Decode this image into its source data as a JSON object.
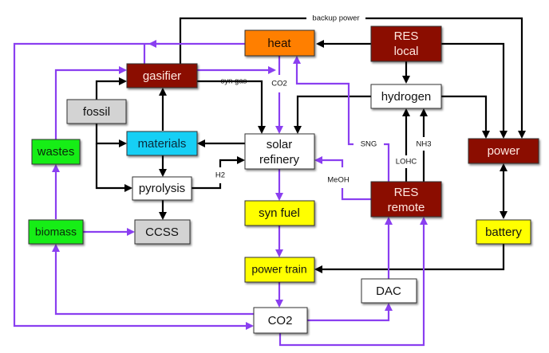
{
  "colors": {
    "dark_red": "#8b0d04",
    "orange": "#ff7f00",
    "cyan": "#12cff5",
    "green": "#14ee14",
    "yellow": "#ffff00",
    "gray": "#d3d3d3",
    "white": "#ffffff",
    "purple_flow": "#8a3ff0",
    "black_flow": "#000000"
  },
  "nodes": {
    "heat": {
      "label": "heat",
      "color": "orange"
    },
    "res_local": {
      "label1": "RES",
      "label2": "local",
      "color": "dark_red"
    },
    "gasifier": {
      "label": "gasifier",
      "color": "dark_red"
    },
    "fossil": {
      "label": "fossil",
      "color": "gray"
    },
    "hydrogen": {
      "label": "hydrogen",
      "color": "white"
    },
    "materials": {
      "label": "materials",
      "color": "cyan"
    },
    "solar_refinery": {
      "label1": "solar",
      "label2": "refinery",
      "color": "white"
    },
    "power": {
      "label": "power",
      "color": "dark_red"
    },
    "wastes": {
      "label": "wastes",
      "color": "green"
    },
    "pyrolysis": {
      "label": "pyrolysis",
      "color": "white"
    },
    "res_remote": {
      "label1": "RES",
      "label2": "remote",
      "color": "dark_red"
    },
    "syn_fuel": {
      "label": "syn fuel",
      "color": "yellow"
    },
    "biomass": {
      "label": "biomass",
      "color": "green"
    },
    "ccss": {
      "label": "CCSS",
      "color": "gray"
    },
    "battery": {
      "label": "battery",
      "color": "yellow"
    },
    "power_train": {
      "label": "power train",
      "color": "yellow"
    },
    "dac": {
      "label": "DAC",
      "color": "white"
    },
    "co2": {
      "label": "CO2",
      "color": "white"
    }
  },
  "edge_labels": {
    "backup_power": "backup power",
    "syn_gas": "syn gas",
    "co2": "CO2",
    "h2": "H2",
    "sng": "SNG",
    "meoh": "MeOH",
    "lohc": "LOHC",
    "nh3": "NH3"
  },
  "edges": [
    {
      "from": "res_local",
      "to": "heat",
      "type": "black"
    },
    {
      "from": "res_local",
      "to": "hydrogen",
      "type": "black"
    },
    {
      "from": "res_local",
      "to": "power",
      "type": "black"
    },
    {
      "from": "gasifier",
      "to": "power",
      "type": "black",
      "label": "backup power"
    },
    {
      "from": "hydrogen",
      "to": "power",
      "type": "black"
    },
    {
      "from": "hydrogen",
      "to": "solar_refinery",
      "type": "black"
    },
    {
      "from": "gasifier",
      "to": "solar_refinery",
      "type": "black",
      "label": "syn gas"
    },
    {
      "from": "fossil",
      "to": "gasifier",
      "type": "black"
    },
    {
      "from": "fossil",
      "to": "materials",
      "type": "black"
    },
    {
      "from": "fossil",
      "to": "pyrolysis",
      "type": "black"
    },
    {
      "from": "materials",
      "to": "gasifier",
      "type": "black"
    },
    {
      "from": "materials",
      "to": "pyrolysis",
      "type": "black"
    },
    {
      "from": "solar_refinery",
      "to": "materials",
      "type": "black"
    },
    {
      "from": "pyrolysis",
      "to": "solar_refinery",
      "type": "black",
      "label": "H2"
    },
    {
      "from": "pyrolysis",
      "to": "ccss",
      "type": "black"
    },
    {
      "from": "res_remote",
      "to": "hydrogen",
      "type": "black",
      "label": "LOHC"
    },
    {
      "from": "res_remote",
      "to": "hydrogen",
      "type": "black",
      "label": "NH3"
    },
    {
      "from": "power",
      "to": "battery",
      "type": "black",
      "bidirectional": true
    },
    {
      "from": "battery",
      "to": "power_train",
      "type": "black"
    },
    {
      "from": "heat",
      "to": "co2",
      "type": "purple"
    },
    {
      "from": "gasifier",
      "to": "heat",
      "type": "purple"
    },
    {
      "from": "wastes",
      "to": "gasifier",
      "type": "purple"
    },
    {
      "from": "heat",
      "to": "solar_refinery",
      "type": "purple",
      "label": "CO2"
    },
    {
      "from": "res_remote",
      "to": "heat",
      "type": "purple",
      "label": "SNG"
    },
    {
      "from": "res_remote",
      "to": "solar_refinery",
      "type": "purple",
      "label": "MeOH"
    },
    {
      "from": "solar_refinery",
      "to": "syn_fuel",
      "type": "purple"
    },
    {
      "from": "syn_fuel",
      "to": "power_train",
      "type": "purple"
    },
    {
      "from": "power_train",
      "to": "co2",
      "type": "purple"
    },
    {
      "from": "biomass",
      "to": "wastes",
      "type": "purple"
    },
    {
      "from": "biomass",
      "to": "ccss",
      "type": "purple"
    },
    {
      "from": "co2",
      "to": "biomass",
      "type": "purple"
    },
    {
      "from": "co2",
      "to": "dac",
      "type": "purple"
    },
    {
      "from": "dac",
      "to": "res_remote",
      "type": "purple"
    },
    {
      "from": "co2",
      "to": "res_remote",
      "type": "purple"
    }
  ]
}
